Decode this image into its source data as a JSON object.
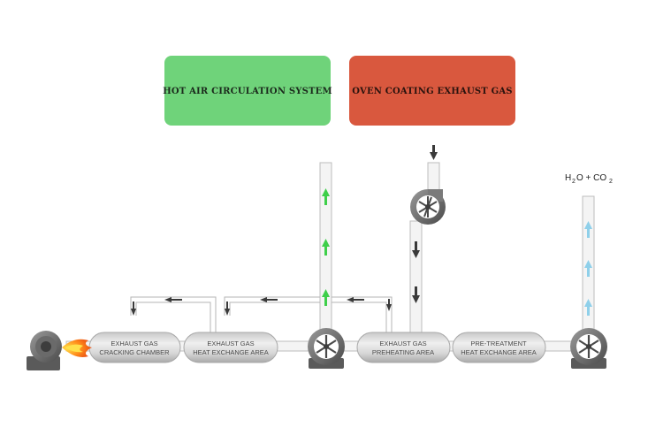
{
  "boxes": {
    "hot_air": {
      "label": "HOT AIR CIRCULATION SYSTEM",
      "color": "#6fd37a"
    },
    "exhaust_gas": {
      "label": "OVEN COATING EXHAUST GAS",
      "color": "#d9583e"
    }
  },
  "units": {
    "cracking": {
      "line1": "EXHAUST GAS",
      "line2": "CRACKING CHAMBER"
    },
    "heat_exchange": {
      "line1": "EXHAUST GAS",
      "line2": "HEAT EXCHANGE AREA"
    },
    "preheating": {
      "line1": "EXHAUST GAS",
      "line2": "PREHEATING AREA"
    },
    "pretreatment": {
      "line1": "PRE-TREATMENT",
      "line2": "HEAT EXCHANGE AREA"
    }
  },
  "output": {
    "h": "H",
    "h_sub": "2",
    "o_plus_co": "O + CO",
    "co_sub": "2"
  },
  "colors": {
    "green_arrow": "#3ecf4a",
    "blue_arrow": "#8fd0ea",
    "dark_arrow": "#3a3a3a",
    "pipe": "#f4f4f4",
    "pipe_stroke": "#bdbdbd",
    "unit_fill": "#d9d9d9"
  }
}
